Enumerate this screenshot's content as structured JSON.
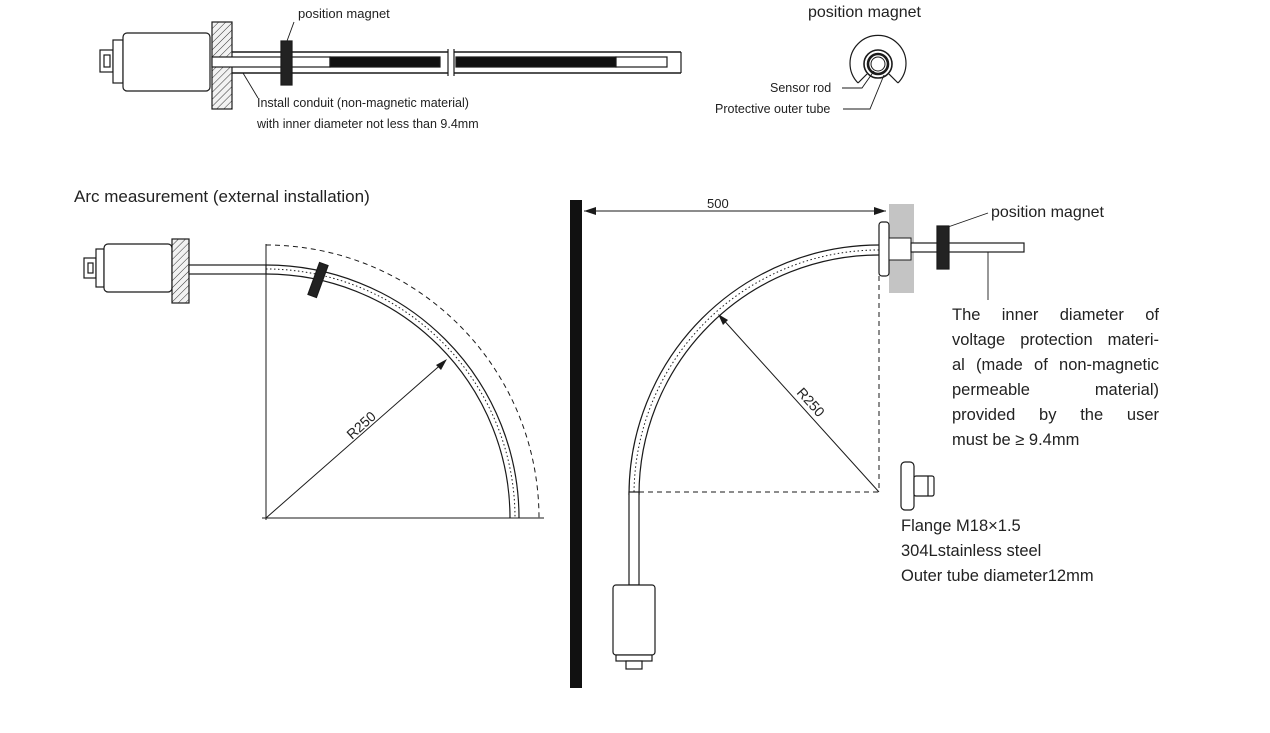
{
  "top_rod": {
    "magnet_label": "position magnet",
    "conduit_note": [
      "Install conduit (non-magnetic material)",
      "with inner diameter not less than 9.4mm"
    ]
  },
  "cross_section": {
    "title": "position magnet",
    "sensor_rod_label": "Sensor rod",
    "outer_tube_label": "Protective outer tube"
  },
  "arc_external": {
    "title": "Arc measurement (external installation)",
    "radius_label": "R250"
  },
  "arc_internal": {
    "distance_label": "500",
    "radius_label": "R250",
    "magnet_label": "position magnet",
    "user_tube_note": [
      "The inner diameter of",
      "voltage protection materi-",
      "al (made of non-magnetic",
      "permeable material)",
      "provided by the user",
      "must be ≥ 9.4mm"
    ],
    "flange_note": [
      "Flange M18×1.5",
      "304Lstainless steel",
      "Outer tube diameter12mm"
    ]
  },
  "colors": {
    "line": "#1a1a1a",
    "hatch_fill": "#f2f2f2",
    "wall_gray": "#c4c4c4",
    "magnet_dark": "#222222"
  }
}
